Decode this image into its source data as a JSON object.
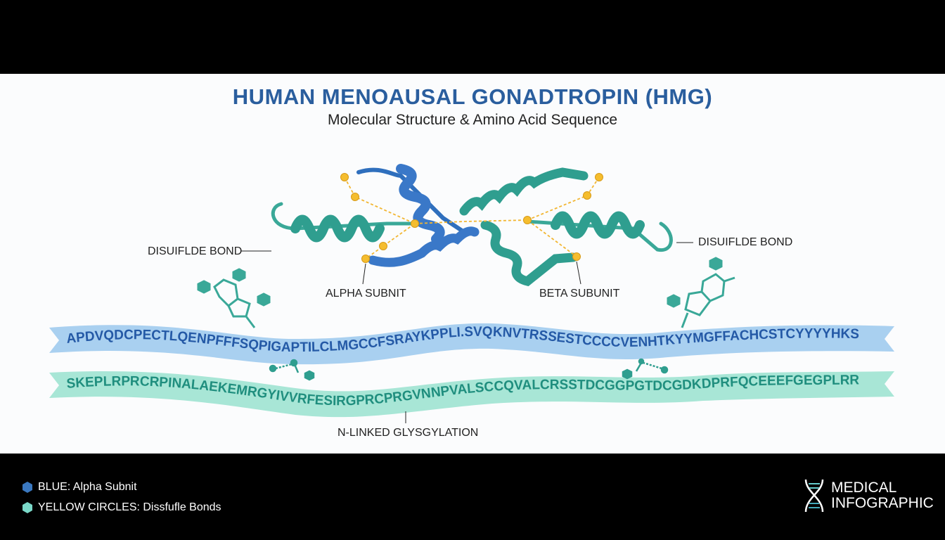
{
  "header": {
    "title": "HUMAN MENOAUSAL GONADTROPIN (HMG)",
    "subtitle": "Molecular Structure & Amino Acid Sequence"
  },
  "labels": {
    "disulfide_left": "DISUIFLDE BOND",
    "disulfide_right": "DISUIFLDE BOND",
    "alpha": "ALPHA SUBNIT",
    "beta": "BETA SUBUNIT",
    "glyco": "N-LINKED GLYSGYLATION"
  },
  "sequences": {
    "alpha": "APDVQDCPECTLQENPFFFSQPIGAPTILCLMGCCFSRAYKPPLI.SVQKNVTRSSESTCCCCVENHTKYYMGFFACHCSTCYYYYHKS",
    "beta": "SKEPLRPRCRPINALAEKEMRGYIVVRFESIRGPRCPRGVNNPVALSCCQVALCRSSTDCGGPGTDCGDKDPRFQCEEEFGEGPLRR"
  },
  "legend": [
    {
      "text": "BLUE: Alpha Subnit",
      "color": "#3a78c0"
    },
    {
      "text": "YELLOW CIRCLES: Dissfufle Bonds",
      "color": "#7ad8c8"
    }
  ],
  "logo": {
    "line1": "MEDICAL",
    "line2": "INFOGRAPHIC"
  },
  "colors": {
    "blue": "#2f6fbd",
    "teal": "#2f9e8f",
    "bond": "#f2b632"
  }
}
